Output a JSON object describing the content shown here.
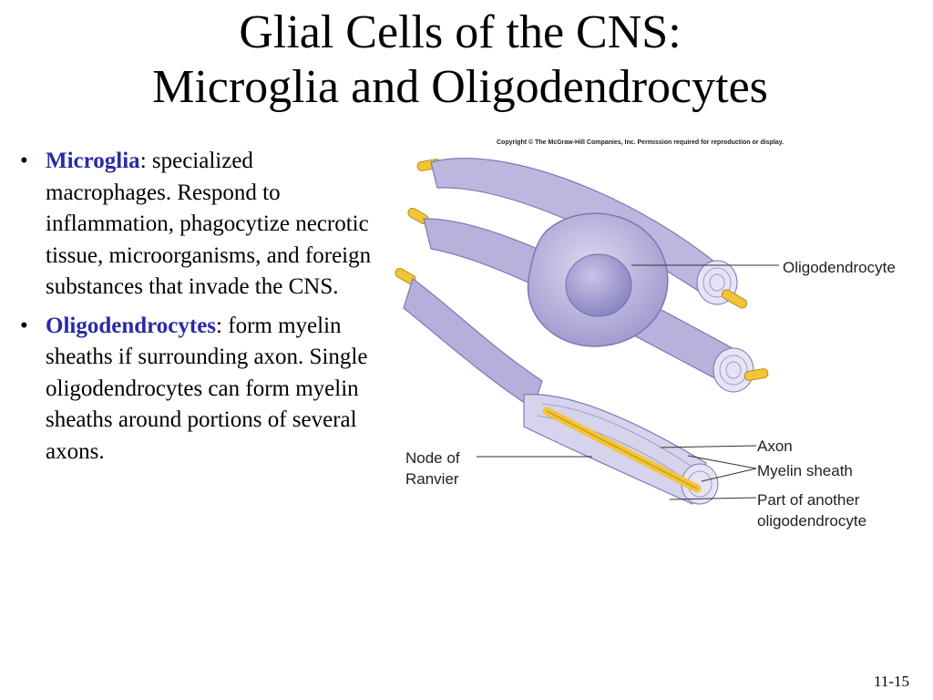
{
  "slide": {
    "title_line1": "Glial Cells of the CNS:",
    "title_line2": "Microglia and Oligodendrocytes",
    "slide_number": "11-15"
  },
  "bullets": [
    {
      "marker": "•",
      "term": "Microglia",
      "text": ": specialized macrophages. Respond to inflammation, phagocytize necrotic tissue, microorganisms, and foreign substances that invade the CNS."
    },
    {
      "marker": "•",
      "term": "Oligodendrocytes",
      "text": ": form myelin sheaths if surrounding axon. Single oligodendrocytes can form myelin sheaths around portions of several axons."
    }
  ],
  "figure": {
    "copyright": "Copyright © The McGraw-Hill Companies, Inc. Permission required for reproduction or display.",
    "labels": {
      "oligodendrocyte": "Oligodendrocyte",
      "axon": "Axon",
      "myelin_sheath": "Myelin sheath",
      "another_line1": "Part of another",
      "another_line2": "oligodendrocyte",
      "node_line1": "Node of",
      "node_line2": "Ranvier"
    },
    "colors": {
      "cell": "#b8b4dc",
      "cell_dark": "#8f89c4",
      "axon": "#f2c43a"
    }
  }
}
